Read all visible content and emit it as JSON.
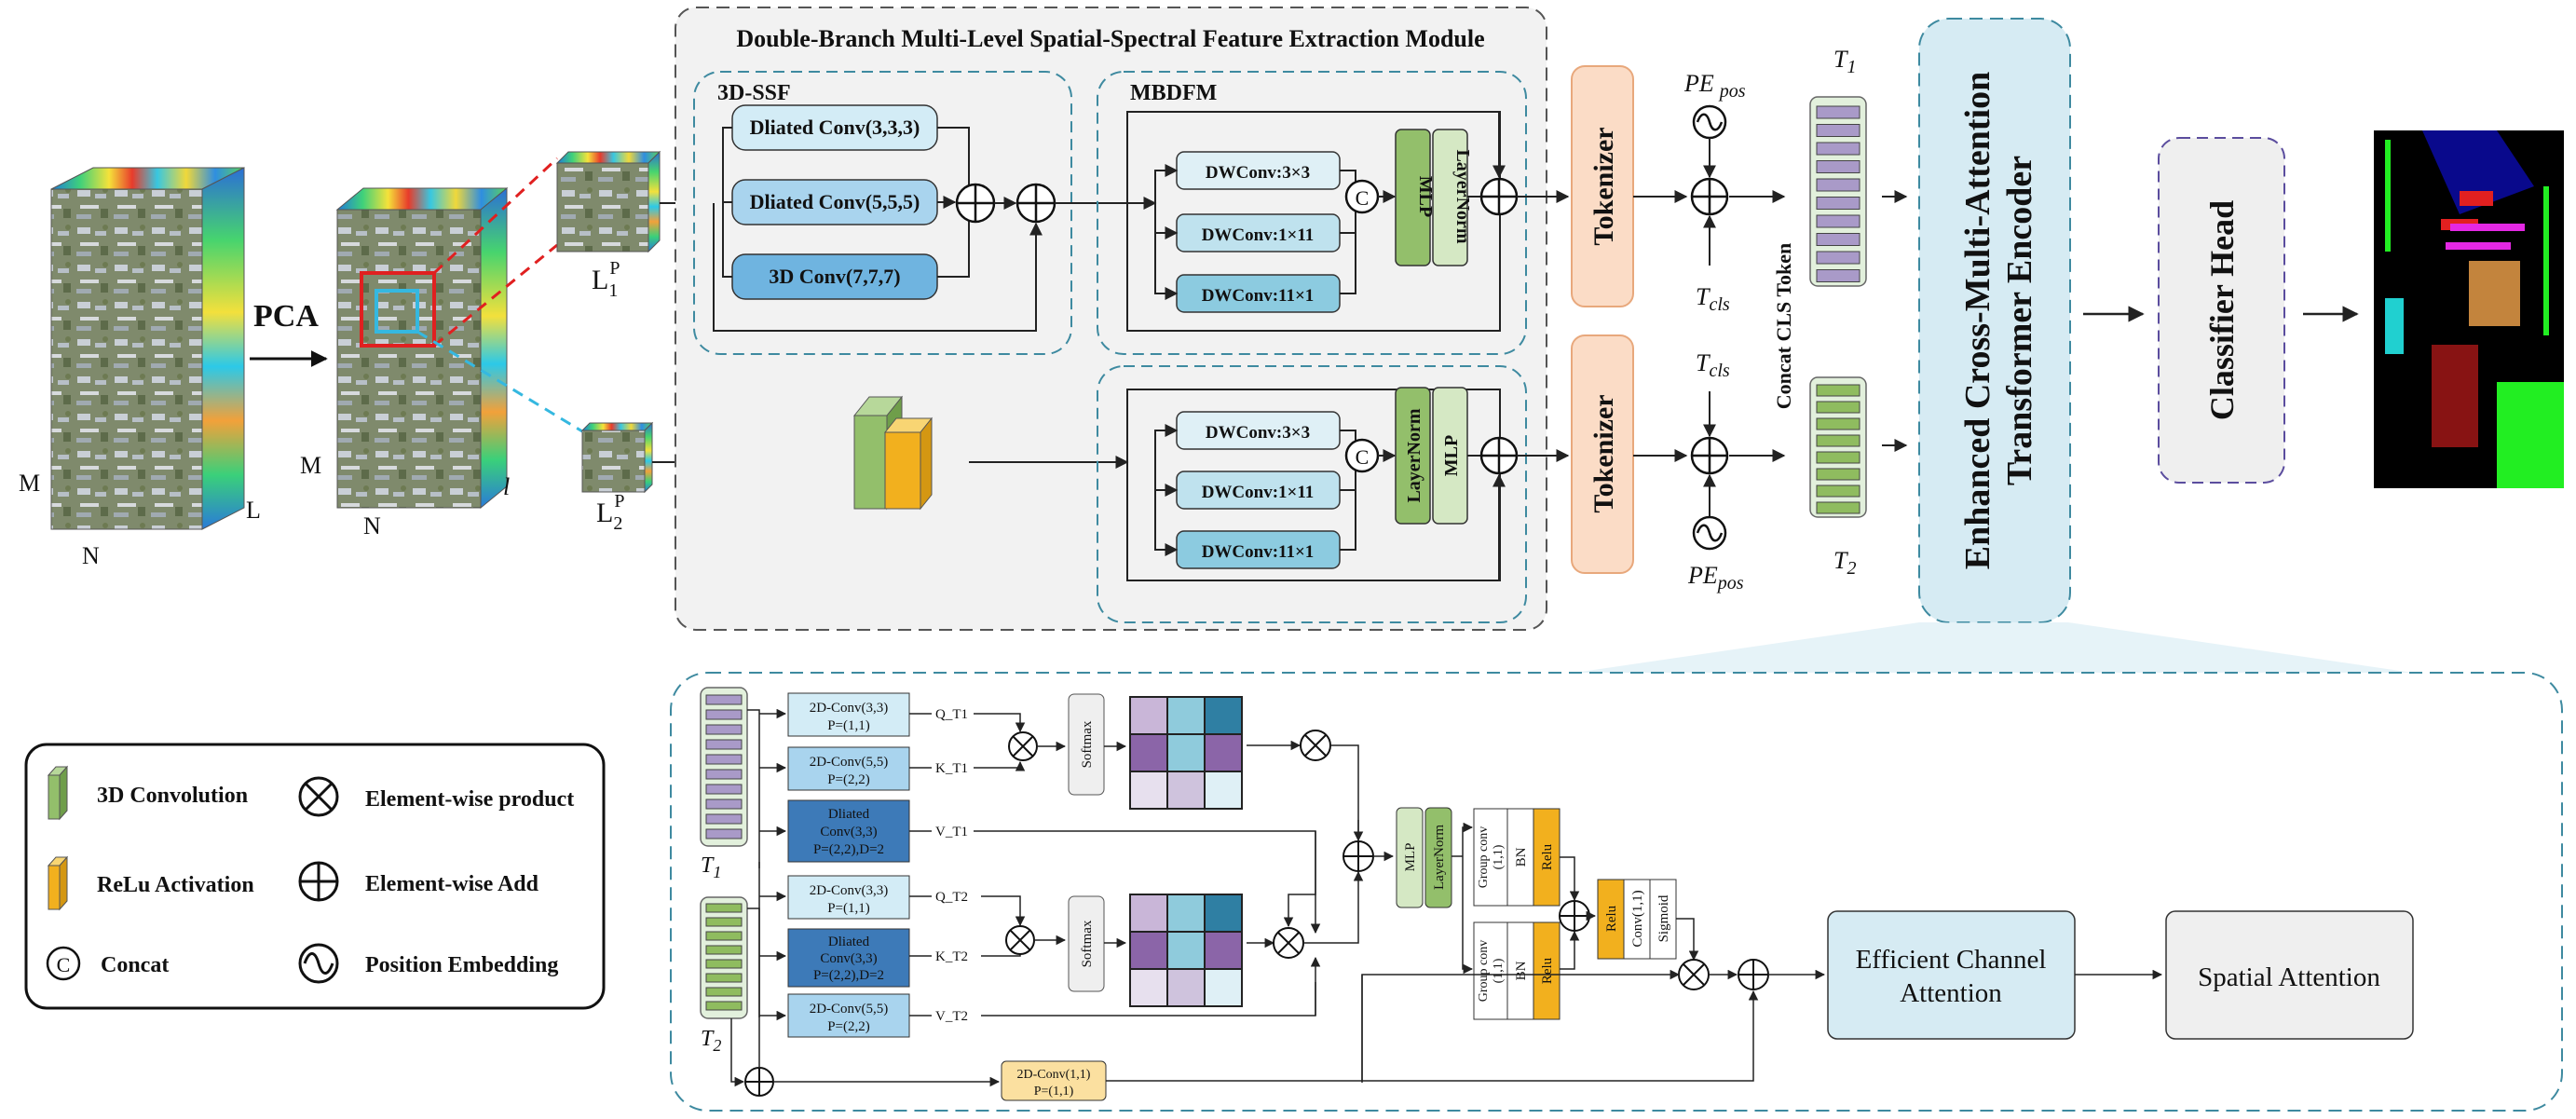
{
  "input": {
    "pca_label": "PCA",
    "cube1_labels": {
      "m": "M",
      "n": "N",
      "l": "L"
    },
    "cube2_labels": {
      "m": "M",
      "n": "N",
      "l": "l"
    },
    "patch1_label": "L",
    "patch1_sub": "1",
    "patch1_sup": "P",
    "patch2_label": "L",
    "patch2_sub": "2",
    "patch2_sup": "P"
  },
  "module": {
    "title": "Double-Branch Multi-Level Spatial-Spectral Feature Extraction Module",
    "ssf": {
      "title": "3D-SSF",
      "convs": [
        "Dliated Conv(3,3,3)",
        "Dliated Conv(5,5,5)",
        "3D Conv(7,7,7)"
      ]
    },
    "mbdfm": {
      "title": "MBDFM",
      "dwconvs": [
        "DWConv:3×3",
        "DWConv:1×11",
        "DWConv:11×1"
      ],
      "concat_symbol": "C",
      "top_norm": [
        "MLP",
        "LayerNorm"
      ],
      "bottom_norm": [
        "LayerNorm",
        "MLP"
      ]
    }
  },
  "tokenizer_label": "Tokenizer",
  "pe_top": {
    "main": "PE",
    "sub": "pos"
  },
  "t_cls": {
    "main": "T",
    "sub": "cls"
  },
  "pe_bottom": {
    "main": "PE",
    "sub": "pos"
  },
  "concat_cls_label": "Concat CLS Token",
  "t1_label": {
    "main": "T",
    "sub": "1"
  },
  "t2_label": {
    "main": "T",
    "sub": "2"
  },
  "encoder_label_line1": "Enhanced Cross-Multi-Attention",
  "encoder_label_line2": "Transformer Encoder",
  "classifier_label": "Classifier Head",
  "legend": {
    "items": [
      {
        "label": "3D Convolution"
      },
      {
        "label": "ReLu Activation"
      },
      {
        "label": "Concat"
      },
      {
        "label": "Element-wise product"
      },
      {
        "label": "Element-wise Add"
      },
      {
        "label": "Position Embedding"
      }
    ],
    "concat_symbol": "C"
  },
  "detail": {
    "q1_conv": [
      "2D-Conv(3,3)",
      "P=(1,1)"
    ],
    "k1_conv": [
      "2D-Conv(5,5)",
      "P=(2,2)"
    ],
    "v1_conv": [
      "Dliated",
      "Conv(3,3)",
      "P=(2,2),D=2"
    ],
    "q2_conv": [
      "2D-Conv(3,3)",
      "P=(1,1)"
    ],
    "k2_conv": [
      "Dliated",
      "Conv(3,3)",
      "P=(2,2),D=2"
    ],
    "v2_conv": [
      "2D-Conv(5,5)",
      "P=(2,2)"
    ],
    "q_t1": "Q_T1",
    "k_t1": "K_T1",
    "v_t1": "V_T1",
    "q_t2": "Q_T2",
    "k_t2": "K_T2",
    "v_t2": "V_T2",
    "softmax": "Softmax",
    "mlp": "MLP",
    "layernorm": "LayerNorm",
    "group_conv": [
      "Group conv",
      "(1,1)"
    ],
    "bn": "BN",
    "relu": "Relu",
    "conv11": "Conv(1,1)",
    "sigmoid": "Sigmoid",
    "skip_conv": [
      "2D-Conv(1,1)",
      "P=(1,1)"
    ],
    "eca_line1": "Efficient Channel",
    "eca_line2": "Attention",
    "spatial": "Spatial Attention",
    "t1": {
      "main": "T",
      "sub": "1"
    },
    "t2": {
      "main": "T",
      "sub": "2"
    }
  },
  "colors": {
    "module_bg": "#f2f2f2",
    "tokenizer_fill": "#fbdcc6",
    "tokenizer_border": "#e8a87c",
    "encoder_fill": "#d6ebf3",
    "classifier_fill": "#efefef",
    "conv_blue": "#7fbfe3",
    "dw_blue": "#bfe2ee",
    "green_norm": "#93bf6b",
    "light_green": "#d5e8c4",
    "purple_token": "#a99ac8",
    "green_token": "#8fbc5f",
    "relu_orange": "#f2b01e",
    "dark_blue_conv": "#3d7ab8",
    "skip_yellow": "#fbe0a0"
  }
}
